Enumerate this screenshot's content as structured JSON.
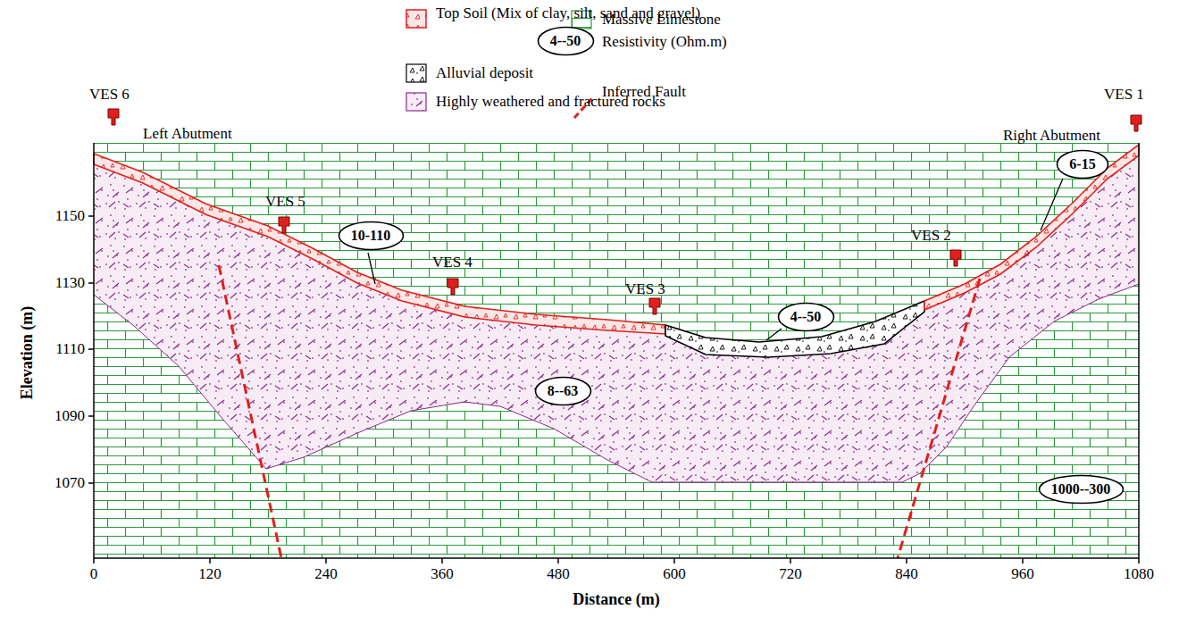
{
  "diagram": {
    "nodes": [
      {
        "text": [
          "4--50"
        ]
      },
      {
        "text": [
          "10-110"
        ]
      },
      {
        "text": [
          "6-15"
        ]
      },
      {
        "text": [
          "4--50"
        ]
      },
      {
        "text": [
          "8--63"
        ]
      },
      {
        "text": [
          "1000--300"
        ]
      }
    ],
    "labels": [
      "VES 6",
      "Left Abutment",
      "VES 5",
      "VES 4",
      "VES 3",
      "VES 2",
      "Right Abutment",
      "VES 1",
      "Elevation (m)",
      "1150",
      "1130",
      "1110",
      "1090",
      "1070",
      "0",
      "120",
      "240",
      "360",
      "480",
      "600",
      "720",
      "840",
      "960",
      "1080",
      "Distance (m)"
    ],
    "legend": [
      {
        "text": "Top Soil (Mix of clay, silt, sand and gravel)"
      },
      {
        "text": "Alluvial deposit"
      },
      {
        "text": "Highly weathered and fractured rocks"
      },
      {
        "text": "Massive Limestone"
      },
      {
        "text": "Resistivity (Ohm.m)"
      },
      {
        "text": "Inferred Fault"
      }
    ]
  }
}
